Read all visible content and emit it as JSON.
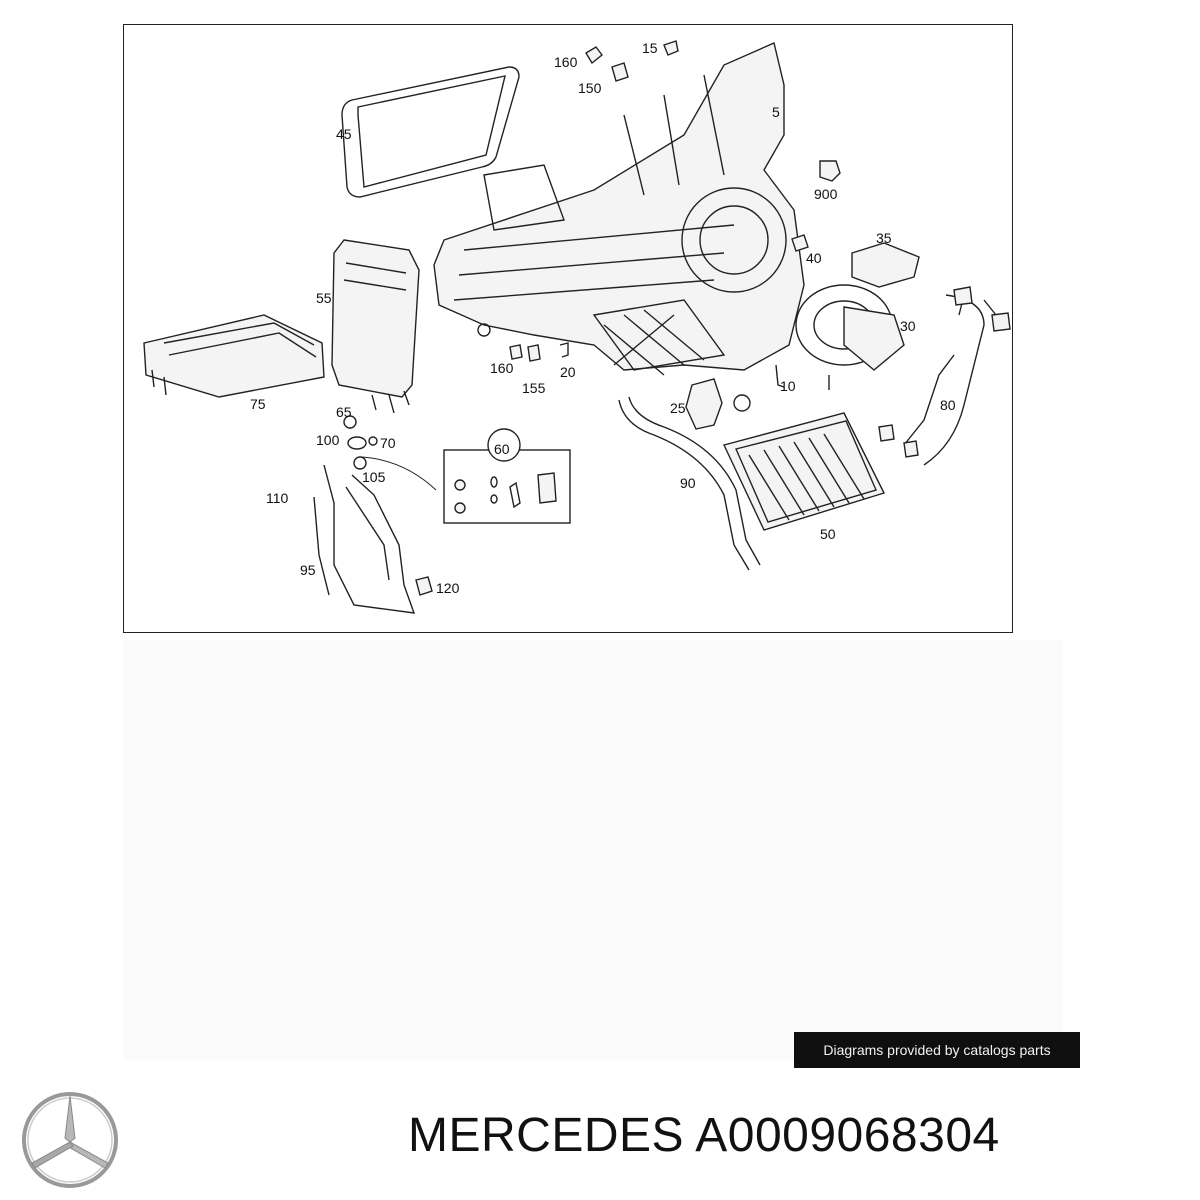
{
  "diagram": {
    "callouts": [
      "160",
      "15",
      "150",
      "5",
      "45",
      "900",
      "35",
      "40",
      "55",
      "30",
      "160",
      "155",
      "20",
      "10",
      "75",
      "65",
      "100",
      "70",
      "25",
      "80",
      "60",
      "105",
      "110",
      "90",
      "50",
      "95",
      "120"
    ]
  },
  "credit": "Diagrams provided by catalogs parts",
  "footer": {
    "brand": "MERCEDES",
    "part_number": "A0009068304"
  }
}
